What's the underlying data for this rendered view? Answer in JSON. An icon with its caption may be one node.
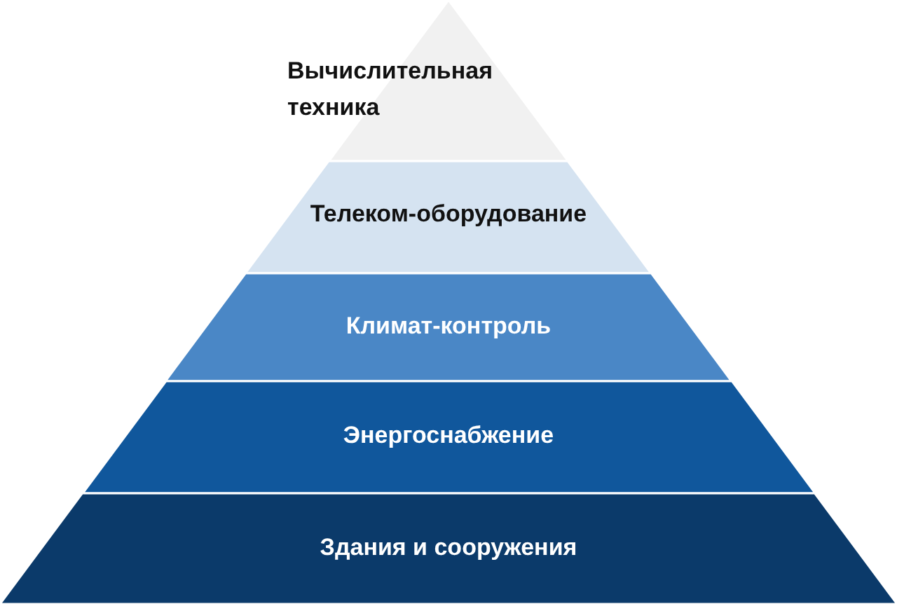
{
  "diagram": {
    "nodes": [
      {
        "text": [
          "Вычислительная техника"
        ]
      },
      {
        "text": [
          "Телеком-оборудование"
        ]
      },
      {
        "text": [
          "Климат-контроль"
        ]
      },
      {
        "text": [
          "Энергоснабжение"
        ]
      },
      {
        "text": [
          "Здания и сооружения"
        ]
      }
    ]
  }
}
